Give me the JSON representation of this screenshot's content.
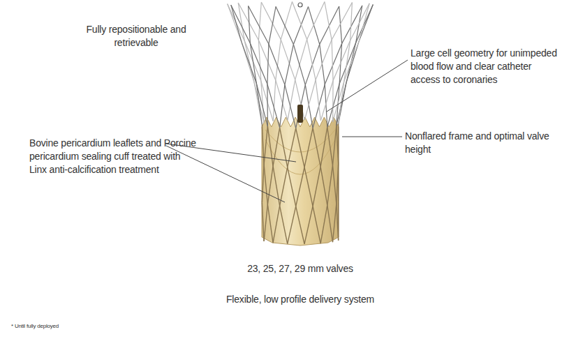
{
  "diagram": {
    "labels": [
      "Fully repositionable and retrievable",
      "Large cell geometry for unimpeded blood flow and clear catheter access to coronaries",
      "Bovine pericardium leaflets and Porcine pericardium sealing cuff treated with Linx anti-calcification treatment",
      "Nonflared frame and optimal valve height",
      "23, 25, 27, 29 mm valves",
      "Flexible, low profile delivery system",
      "* Until fully deployed"
    ]
  }
}
